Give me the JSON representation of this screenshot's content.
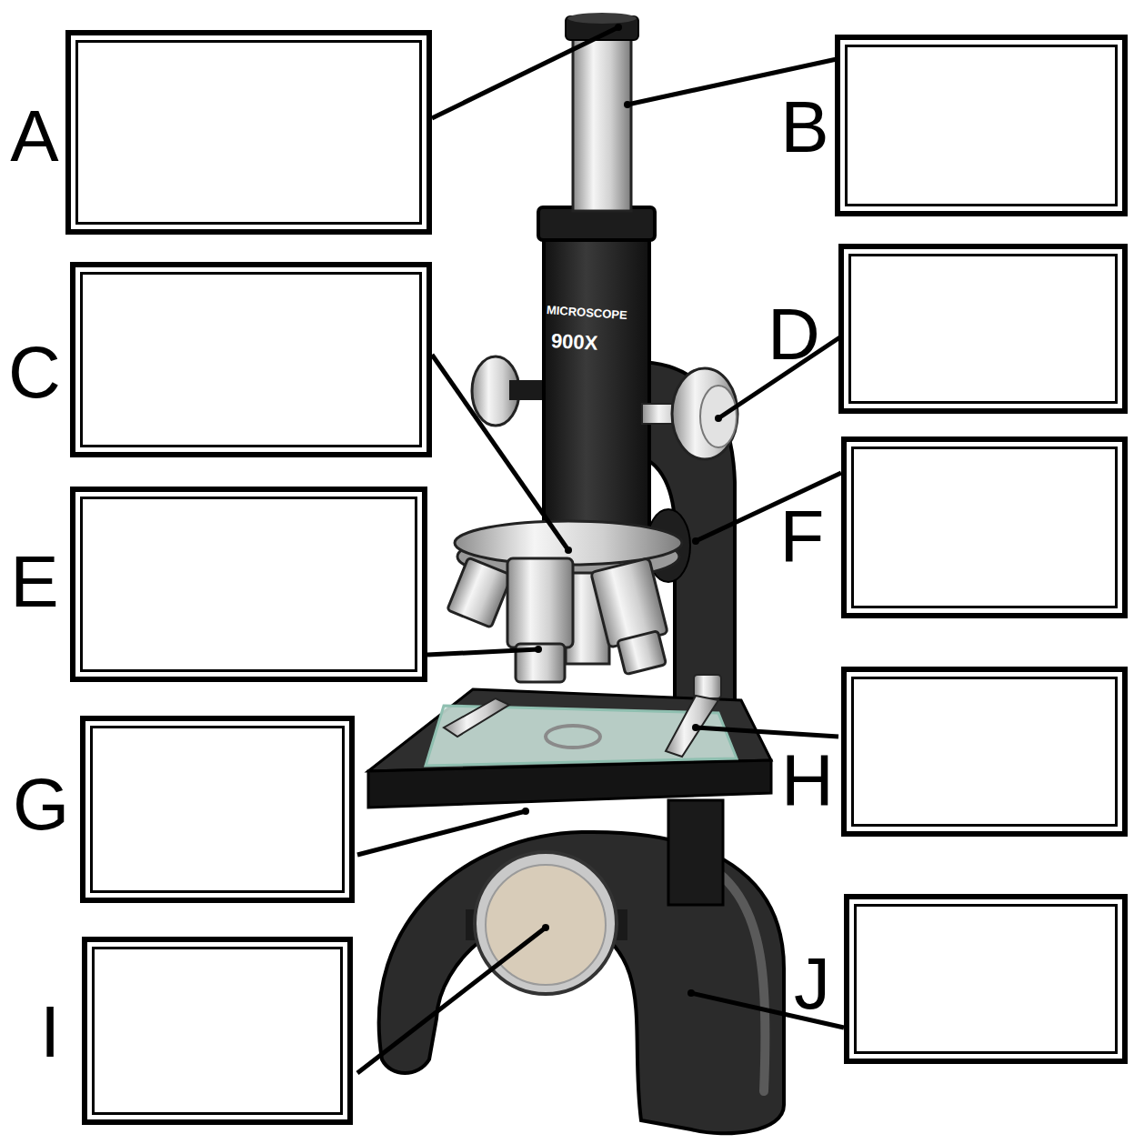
{
  "diagram": {
    "nodes": [
      {
        "text": [
          "A"
        ]
      },
      {
        "text": [
          "B"
        ]
      },
      {
        "text": [
          "C"
        ]
      },
      {
        "text": [
          "D"
        ]
      },
      {
        "text": [
          "E"
        ]
      },
      {
        "text": [
          "F"
        ]
      },
      {
        "text": [
          "G"
        ]
      },
      {
        "text": [
          "H"
        ]
      },
      {
        "text": [
          "I"
        ]
      },
      {
        "text": [
          "J"
        ]
      }
    ],
    "labels": [
      "MICROSCOPE",
      "900X"
    ]
  }
}
